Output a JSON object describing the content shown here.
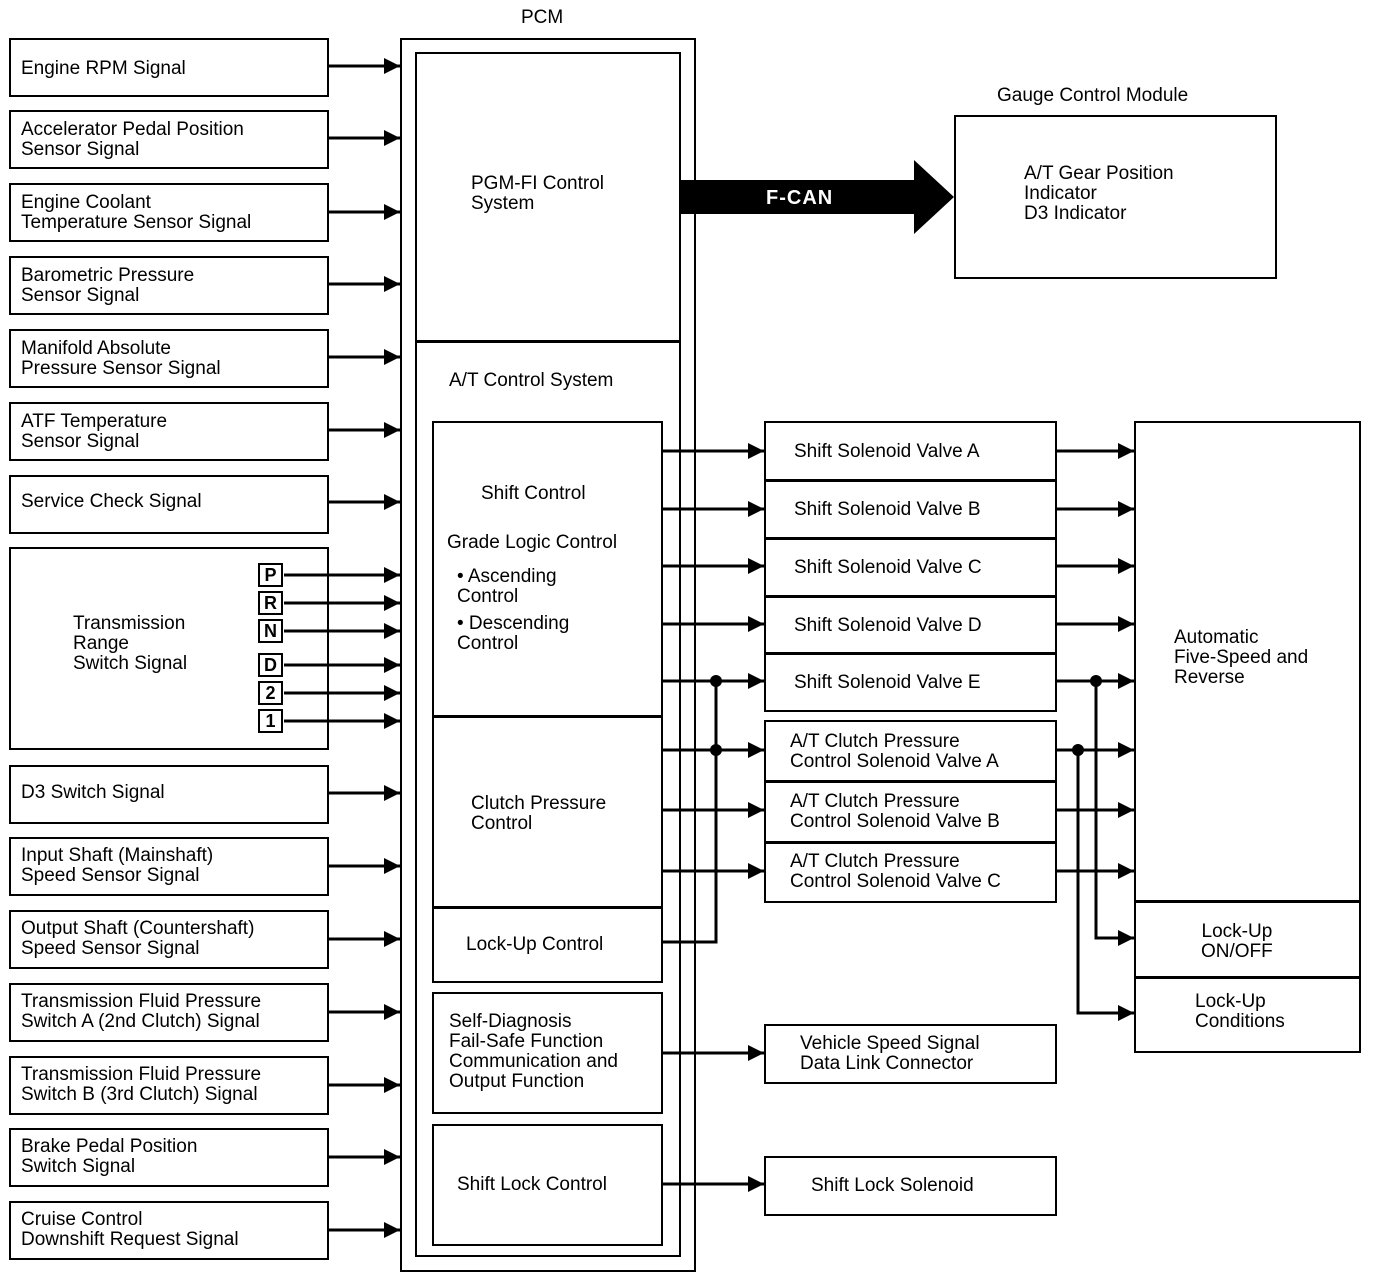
{
  "pcm": {
    "title": "PCM",
    "pgmfi": "PGM-FI Control\nSystem",
    "at_system": "A/T Control System",
    "shift_control": "Shift Control",
    "grade_logic": "Grade Logic Control",
    "ascending": "• Ascending\n  Control",
    "descending": "• Descending\n  Control",
    "clutch_pressure": "Clutch Pressure\nControl",
    "lockup_control": "Lock-Up Control",
    "self_diagnosis": "Self-Diagnosis\nFail-Safe Function\nCommunication and\nOutput Function",
    "shift_lock_control": "Shift Lock Control"
  },
  "inputs": [
    "Engine RPM Signal",
    "Accelerator Pedal Position\nSensor Signal",
    "Engine Coolant\nTemperature Sensor Signal",
    "Barometric Pressure\nSensor Signal",
    "Manifold Absolute\nPressure Sensor Signal",
    "ATF Temperature\nSensor Signal",
    "Service Check Signal",
    "Transmission\nRange\nSwitch Signal",
    "D3 Switch Signal",
    "Input Shaft (Mainshaft)\nSpeed Sensor Signal",
    "Output Shaft (Countershaft)\nSpeed Sensor Signal",
    "Transmission Fluid Pressure\nSwitch A (2nd Clutch) Signal",
    "Transmission Fluid Pressure\nSwitch B (3rd Clutch) Signal",
    "Brake Pedal Position\nSwitch Signal",
    "Cruise Control\nDownshift Request Signal"
  ],
  "range_positions": [
    "P",
    "R",
    "N",
    "D",
    "2",
    "1"
  ],
  "fcan": "F-CAN",
  "gauge": {
    "title": "Gauge Control Module",
    "body": "A/T Gear Position\nIndicator\nD3 Indicator"
  },
  "outputs": [
    "Shift Solenoid Valve A",
    "Shift Solenoid Valve B",
    "Shift Solenoid Valve C",
    "Shift Solenoid Valve D",
    "Shift Solenoid Valve E",
    "A/T Clutch Pressure\nControl Solenoid Valve A",
    "A/T Clutch Pressure\nControl Solenoid Valve B",
    "A/T Clutch Pressure\nControl Solenoid Valve C",
    "Vehicle Speed Signal\nData Link Connector",
    "Shift Lock Solenoid"
  ],
  "transmission": {
    "main": "Automatic\nFive-Speed and\nReverse",
    "lockup_onoff": "Lock-Up\nON/OFF",
    "lockup_conditions": "Lock-Up\nConditions"
  }
}
